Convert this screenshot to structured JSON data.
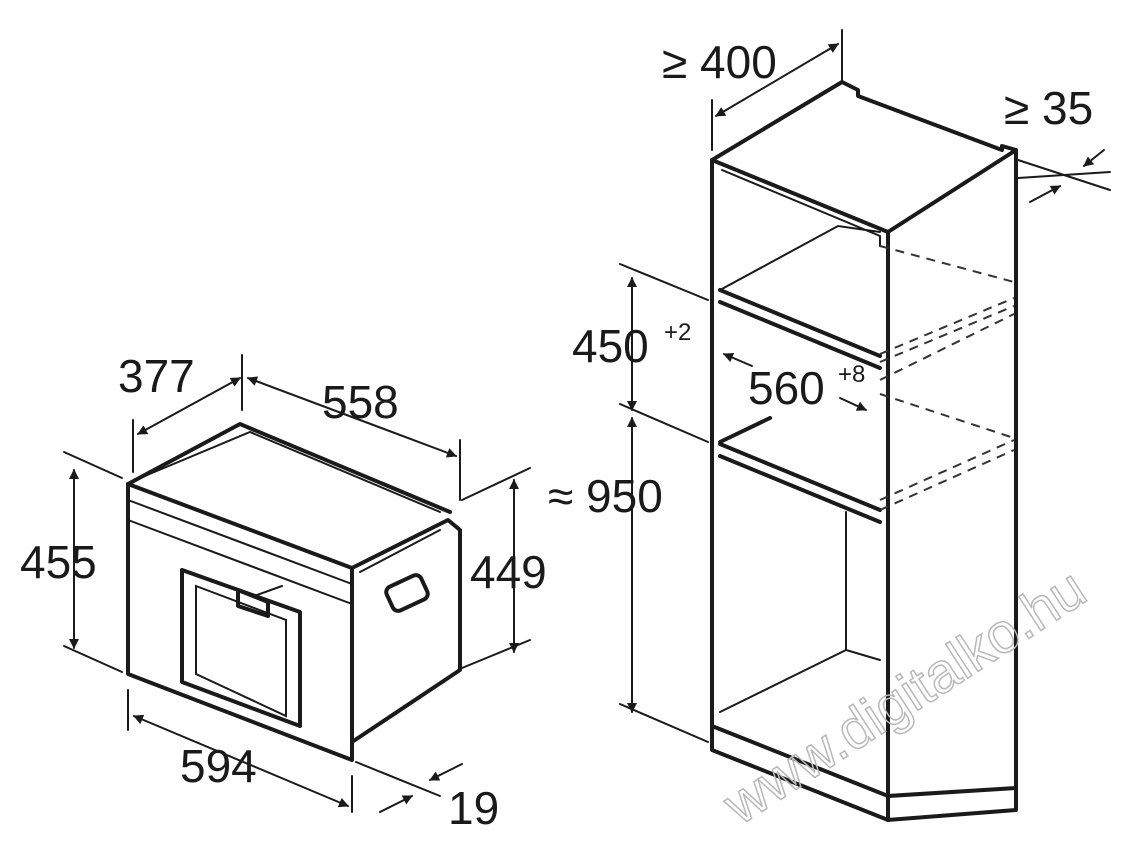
{
  "dimensions": {
    "appliance_depth_total": "377",
    "appliance_depth_body": "558",
    "appliance_height": "455",
    "appliance_height_body": "449",
    "appliance_width": "594",
    "front_panel_thickness": "19",
    "cabinet_depth_min": "≥ 400",
    "rear_gap_min": "≥ 35",
    "niche_height_base": "450",
    "niche_height_tol": "+2",
    "niche_width_base": "560",
    "niche_width_tol": "+8",
    "floor_height": "≈ 950"
  },
  "watermark": "www.digitalko.hu",
  "colors": {
    "line": "#1a1a1a",
    "watermark": "#b8b8b8"
  }
}
